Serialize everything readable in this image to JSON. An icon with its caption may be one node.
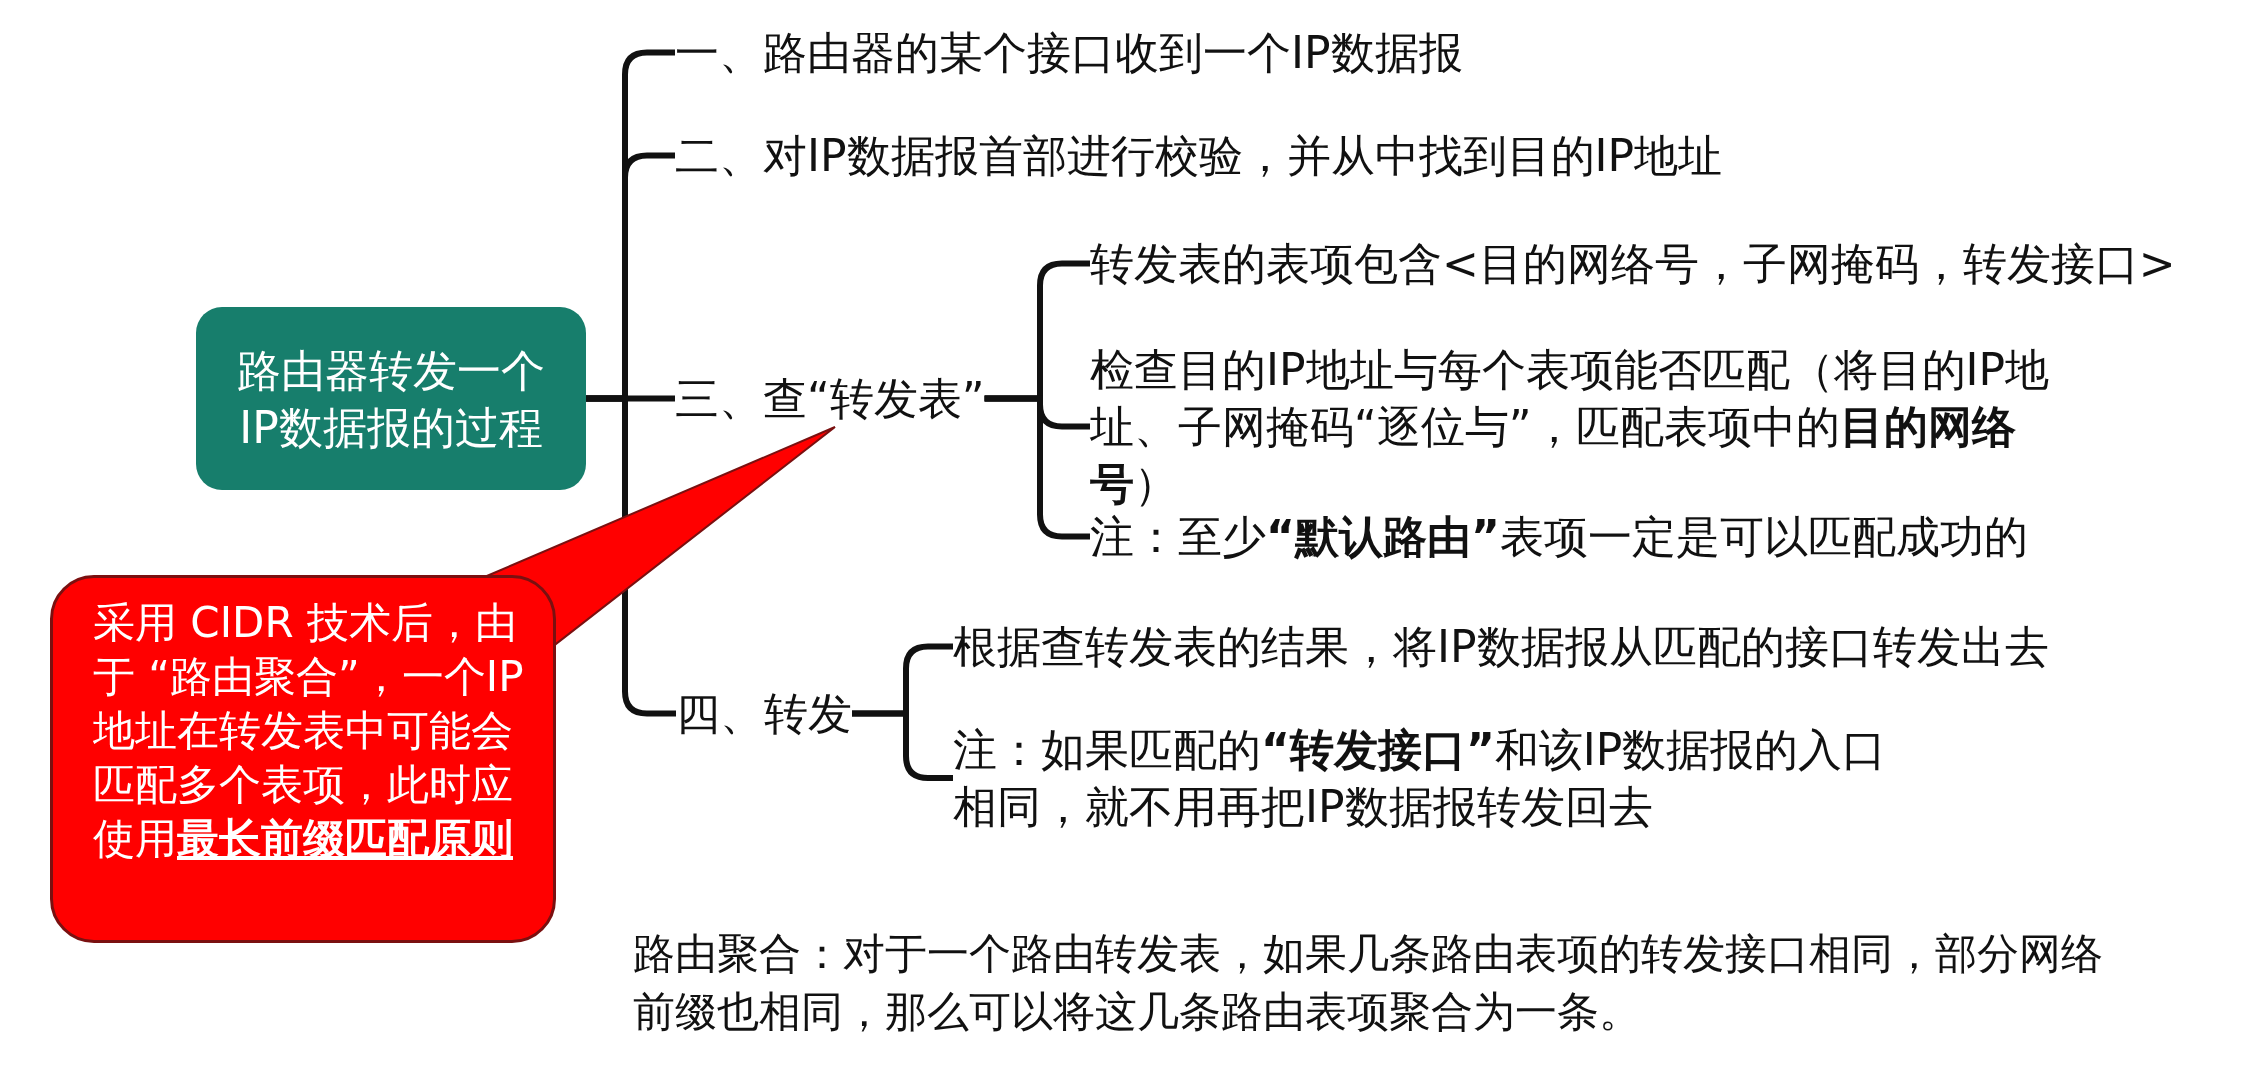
{
  "diagram": {
    "nodes": [
      {
        "text": [
          "路由器转发一个IP数据报的过程"
        ]
      },
      {
        "text": [
          "一、路由器的某个接口收到一个IP数据报"
        ]
      },
      {
        "text": [
          "二、对IP数据报首部进行校验，并从中找到目的IP地址"
        ]
      },
      {
        "text": [
          "三、查“转发表”"
        ]
      },
      {
        "text": [
          "转发表的表项包含<目的网络号，子网掩码，转发接口>"
        ]
      },
      {
        "text": [
          "检查目的IP地址与每个表项能否匹配（将目的IP地址、子网掩码“逐位与”，匹配表项中的**目的网络号**）"
        ]
      },
      {
        "text": [
          "注：至少**“默认路由”**表项一定是可以匹配成功的"
        ]
      },
      {
        "text": [
          "四、转发"
        ]
      },
      {
        "text": [
          "根据查转发表的结果，将IP数据报从匹配的接口转发出去"
        ]
      },
      {
        "text": [
          "注：如果匹配的**“转发接口”**和该IP数据报的入口相同，就不用再把IP数据报转发回去"
        ]
      },
      {
        "text": [
          "采用 CIDR 技术后，由于 “路由聚合”，一个IP地址在转发表中可能会匹配多个表项，此时应使用**最长前缀匹配原则**"
        ]
      }
    ],
    "edges": [
      {
        "from": 0,
        "to": 1,
        "arrow": "none"
      },
      {
        "from": 0,
        "to": 2,
        "arrow": "none"
      },
      {
        "from": 0,
        "to": 3,
        "arrow": "none"
      },
      {
        "from": 0,
        "to": 7,
        "arrow": "none"
      },
      {
        "from": 3,
        "to": 4,
        "arrow": "none"
      },
      {
        "from": 3,
        "to": 5,
        "arrow": "none"
      },
      {
        "from": 3,
        "to": 6,
        "arrow": "none"
      },
      {
        "from": 7,
        "to": 8,
        "arrow": "none"
      },
      {
        "from": 7,
        "to": 9,
        "arrow": "none"
      },
      {
        "from": 10,
        "to": 3,
        "arrow": "none",
        "color": "#ff0000"
      }
    ],
    "labels": [
      "路由聚合：对于一个路由转发表，如果几条路由表项的转发接口相同，部分网络前缀也相同，那么可以将这几条路由表项聚合为一条。"
    ]
  }
}
